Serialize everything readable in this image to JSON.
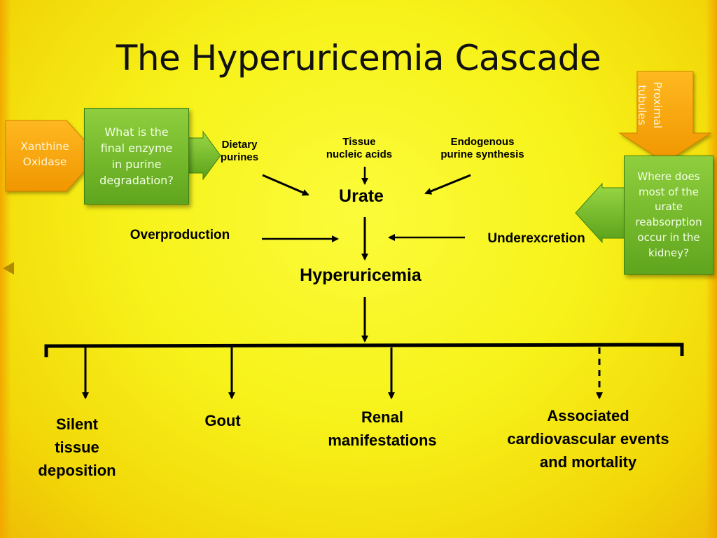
{
  "slide": {
    "title": "The Hyperuricemia Cascade"
  },
  "sources": {
    "dietary": "Dietary\npurines",
    "tissue": "Tissue\nnucleic acids",
    "endogenous": "Endogenous\npurine synthesis"
  },
  "flow": {
    "urate": "Urate",
    "overproduction": "Overproduction",
    "underexcretion": "Underexcretion",
    "hyperuricemia": "Hyperuricemia"
  },
  "outcomes": {
    "silent": "Silent\ntissue\ndeposition",
    "gout": "Gout",
    "renal": "Renal\nmanifestations",
    "cardio": "Associated\ncardiovascular events\nand mortality"
  },
  "callouts": {
    "left_question": "What is the\nfinal enzyme\nin purine\ndegradation?",
    "left_answer": "Xanthine\nOxidase",
    "right_question": "Where does\nmost of the\nurate\nreabsorption\noccur in the\nkidney?",
    "right_answer": "Proximal\ntubules"
  },
  "colors": {
    "background": "#f7f21a",
    "callout_green": "#6fb52a",
    "callout_orange": "#f5a800"
  }
}
